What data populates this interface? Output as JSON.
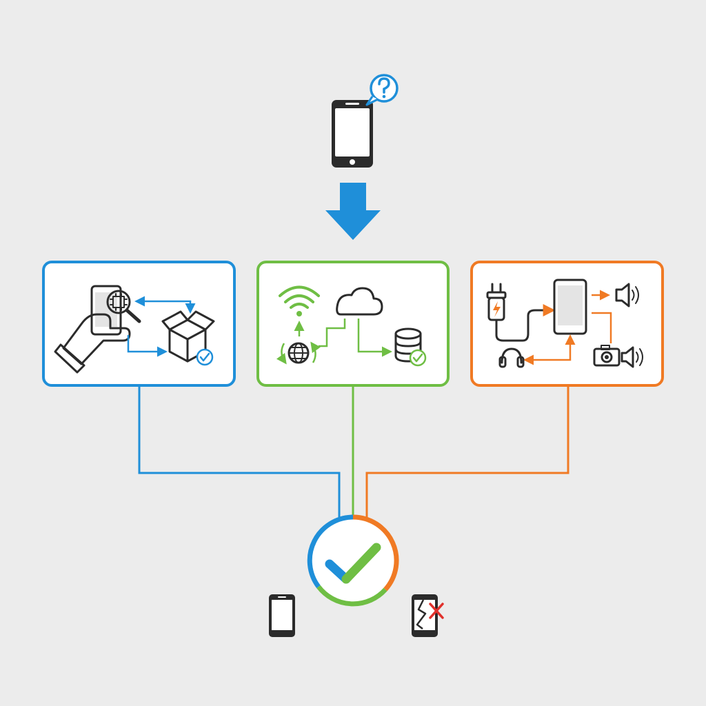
{
  "colors": {
    "background": "#ececec",
    "blue": "#1f8fd9",
    "green": "#6fbe44",
    "orange": "#f07a24",
    "red": "#e0302b",
    "ink": "#2b2b2b",
    "panel_fill": "#ffffff"
  },
  "nodes": {
    "top": {
      "icon": "smartphone-question-icon"
    },
    "arrow": {
      "icon": "down-arrow-icon",
      "color": "blue"
    },
    "panels": [
      {
        "key": "hardware-inspection",
        "color": "blue",
        "icons": [
          "hand-holding-phone-icon",
          "magnifier-chip-icon",
          "open-box-check-icon"
        ]
      },
      {
        "key": "connectivity-sync",
        "color": "green",
        "icons": [
          "wifi-icon",
          "globe-sync-icon",
          "cloud-icon",
          "database-check-icon"
        ]
      },
      {
        "key": "charging-audio-camera",
        "color": "orange",
        "icons": [
          "charger-plug-icon",
          "smartphone-icon",
          "speaker-icon",
          "headphones-icon",
          "camera-icon"
        ]
      }
    ],
    "result": {
      "icon": "checkmark-icon"
    },
    "outcomes": [
      {
        "key": "pass",
        "icon": "intact-phone-icon"
      },
      {
        "key": "fail",
        "icon": "cracked-phone-x-icon"
      }
    ]
  }
}
